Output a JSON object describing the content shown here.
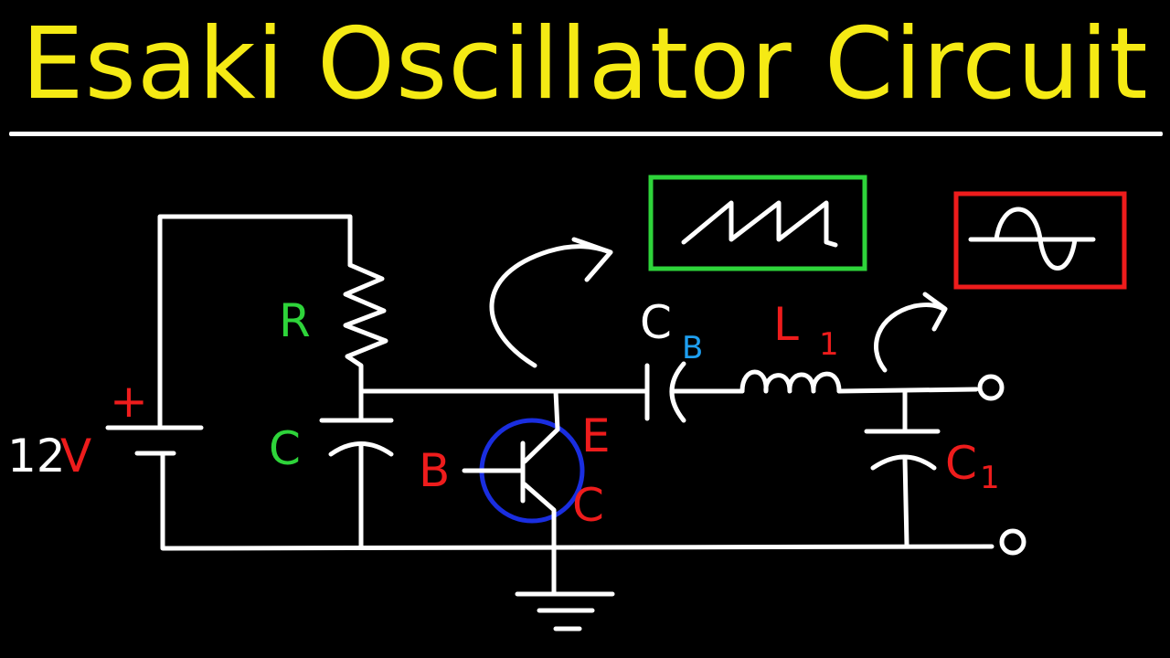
{
  "title": "Esaki Oscillator Circuit",
  "colors": {
    "background": "#000000",
    "title": "#f5ea14",
    "wire": "#ffffff",
    "green": "#2ed43a",
    "red": "#ee1c1c",
    "blue": "#1e9ff0",
    "circle_blue": "#1a2ee0"
  },
  "labels": {
    "voltage_number": "12",
    "voltage_unit": "V",
    "plus": "+",
    "resistor": "R",
    "capacitor": "C",
    "base": "B",
    "emitter": "E",
    "collector": "C",
    "cb_letter": "C",
    "cb_subscript": "B",
    "inductor_letter": "L",
    "inductor_subscript": "1",
    "c1_letter": "C",
    "c1_subscript": "1"
  },
  "waveforms": {
    "sawtooth_box": "sawtooth",
    "sine_box": "sine"
  }
}
